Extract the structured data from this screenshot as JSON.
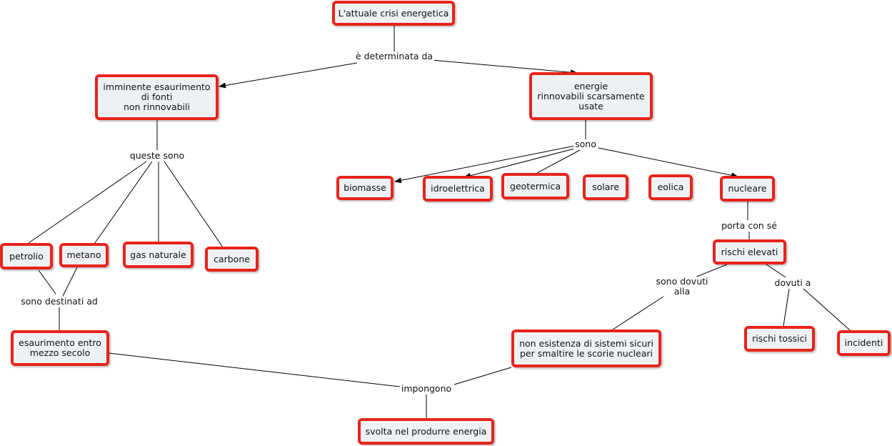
{
  "nodes": {
    "crisi": "L'attuale crisi energetica",
    "imminente": "imminente esaurimento\ndi fonti\nnon rinnovabili",
    "energie": "energie\nrinnovabili scarsamente\nusate",
    "biomasse": "biomasse",
    "idroelettrica": "idroelettrica",
    "geotermica": "geotermica",
    "solare": "solare",
    "eolica": "eolica",
    "nucleare": "nucleare",
    "petrolio": "petrolio",
    "metano": "metano",
    "gas_naturale": "gas naturale",
    "carbone": "carbone",
    "esaurimento": "esaurimento entro\nmezzo secolo",
    "rischi_elevati": "rischi elevati",
    "non_esistenza": "non esistenza di sistemi sicuri\nper smaltire le scorie nucleari",
    "rischi_tossici": "rischi tossici",
    "incidenti": "incidenti",
    "svolta": "svolta nel produrre energia"
  },
  "links": {
    "determinata": "è determinata da",
    "queste_sono": "queste sono",
    "sono": "sono",
    "porta": "porta con sé",
    "destinati": "sono destinati ad",
    "dovuti_alla": "sono dovuti\nalla",
    "dovuti_a": "dovuti a",
    "impongono": "impongono"
  }
}
